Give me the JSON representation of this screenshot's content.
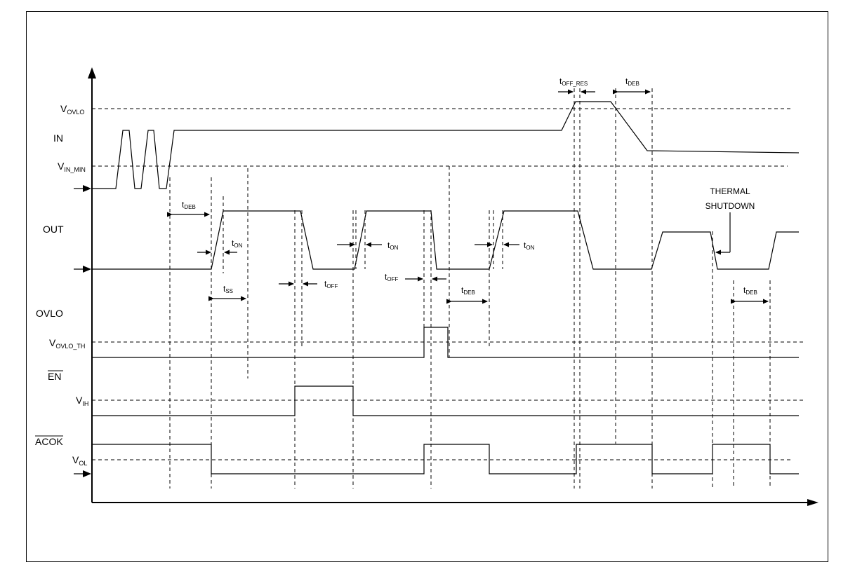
{
  "signals": {
    "in": "IN",
    "out": "OUT",
    "ovlo": "OVLO",
    "en": "EN",
    "acok": "ACOK"
  },
  "levels": {
    "vovlo": {
      "main": "V",
      "sub": "OVLO"
    },
    "vin_min": {
      "main": "V",
      "sub": "IN_MIN"
    },
    "vovlo_th": {
      "main": "V",
      "sub": "OVLO_TH"
    },
    "vih": {
      "main": "V",
      "sub": "IH"
    },
    "vol": {
      "main": "V",
      "sub": "OL"
    }
  },
  "timing": {
    "t_deb": {
      "main": "t",
      "sub": "DEB"
    },
    "t_on": {
      "main": "t",
      "sub": "ON"
    },
    "t_ss": {
      "main": "t",
      "sub": "SS"
    },
    "t_off": {
      "main": "t",
      "sub": "OFF"
    },
    "t_off_res": {
      "main": "t",
      "sub": "OFF_RES"
    }
  },
  "annotations": {
    "thermal_line1": "THERMAL",
    "thermal_line2": "SHUTDOWN"
  },
  "colors": {
    "line": "#000000",
    "background": "#ffffff"
  }
}
